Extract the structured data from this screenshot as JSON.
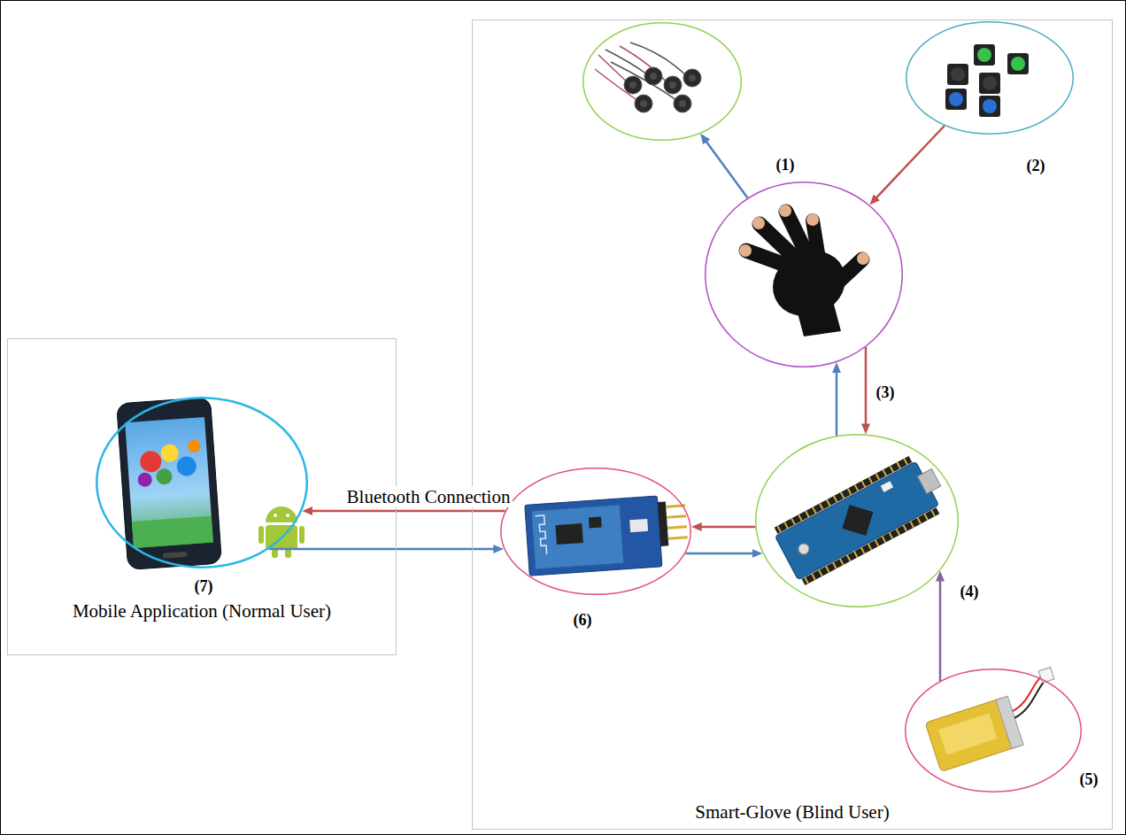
{
  "diagram": {
    "nodes": [
      {
        "text": [
          "Mobile Application (Normal User)"
        ]
      },
      {
        "text": [
          "(7)"
        ],
        "in": 0
      },
      {
        "text": [
          "Smart-Glove (Blind User)"
        ]
      },
      {
        "text": [
          "(1)"
        ],
        "in": 2
      },
      {
        "text": [
          "(2)"
        ],
        "in": 2
      },
      {
        "text": [
          "(3)"
        ],
        "in": 2
      },
      {
        "text": [
          "(4)"
        ],
        "in": 2
      },
      {
        "text": [
          "(5)"
        ],
        "in": 2
      },
      {
        "text": [
          "(6)"
        ],
        "in": 2
      }
    ],
    "edges": [
      {
        "from": 4,
        "to": 5,
        "arrow": "to"
      },
      {
        "from": 5,
        "to": 3,
        "arrow": "to"
      },
      {
        "from": 5,
        "to": 6,
        "arrow": "to"
      },
      {
        "from": 6,
        "to": 5,
        "arrow": "to"
      },
      {
        "from": 6,
        "to": 8,
        "arrow": "to"
      },
      {
        "from": 8,
        "to": 6,
        "arrow": "to"
      },
      {
        "from": 8,
        "to": 1,
        "label": "Bluetooth Connection",
        "arrow": "to"
      },
      {
        "from": 1,
        "to": 8,
        "arrow": "to"
      },
      {
        "from": 7,
        "to": 6,
        "arrow": "to"
      }
    ]
  }
}
